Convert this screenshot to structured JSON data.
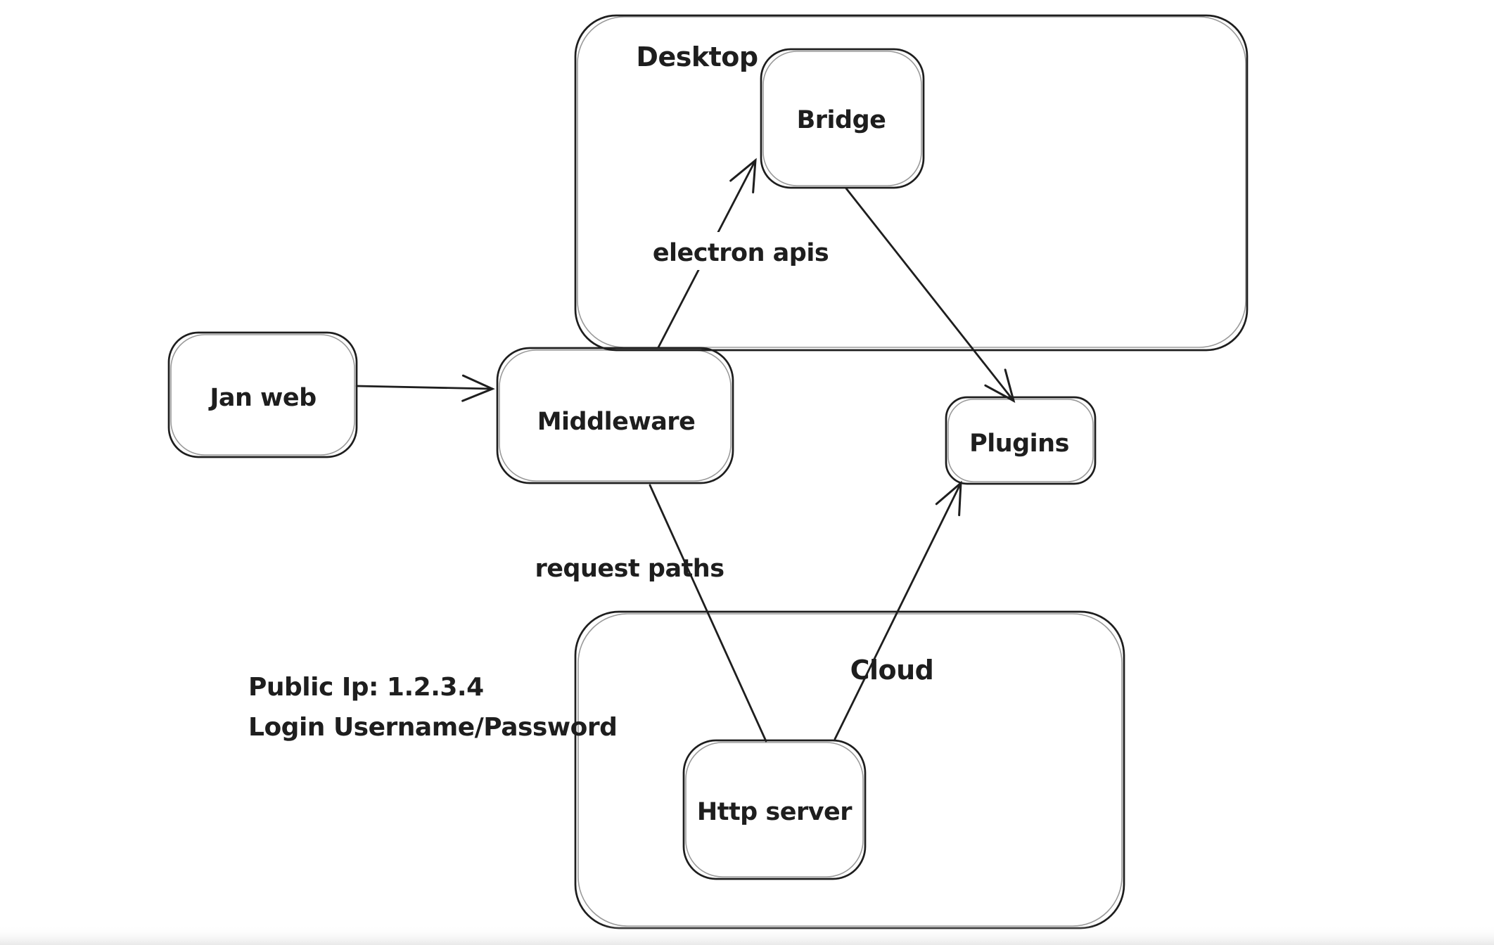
{
  "colors": {
    "background": "#ffffff",
    "stroke": "#1e1e1e",
    "edge_label_background": "#ffffff",
    "bottom_fade": "#e9e9e9"
  },
  "containers": {
    "desktop": {
      "label": "Desktop"
    },
    "cloud": {
      "label": "Cloud"
    }
  },
  "nodes": {
    "jan_web": {
      "label": "Jan web"
    },
    "middleware": {
      "label": "Middleware"
    },
    "bridge": {
      "label": "Bridge"
    },
    "plugins": {
      "label": "Plugins"
    },
    "http_server": {
      "label": "Http server"
    }
  },
  "edge_labels": {
    "middleware_bridge": {
      "label": "electron apis"
    },
    "middleware_http_server": {
      "label": "request paths"
    }
  },
  "edges": [
    {
      "from": "jan_web",
      "to": "middleware",
      "arrowhead": "open-arrow",
      "label": ""
    },
    {
      "from": "middleware",
      "to": "bridge",
      "arrowhead": "open-arrow",
      "label": "electron apis"
    },
    {
      "from": "bridge",
      "to": "plugins",
      "arrowhead": "open-arrow",
      "label": ""
    },
    {
      "from": "middleware",
      "to": "http_server",
      "arrowhead": "none",
      "label": "request paths"
    },
    {
      "from": "http_server",
      "to": "plugins",
      "arrowhead": "open-arrow",
      "label": ""
    }
  ],
  "annotation": {
    "line1": "Public Ip: 1.2.3.4",
    "line2": "Login Username/Password"
  }
}
